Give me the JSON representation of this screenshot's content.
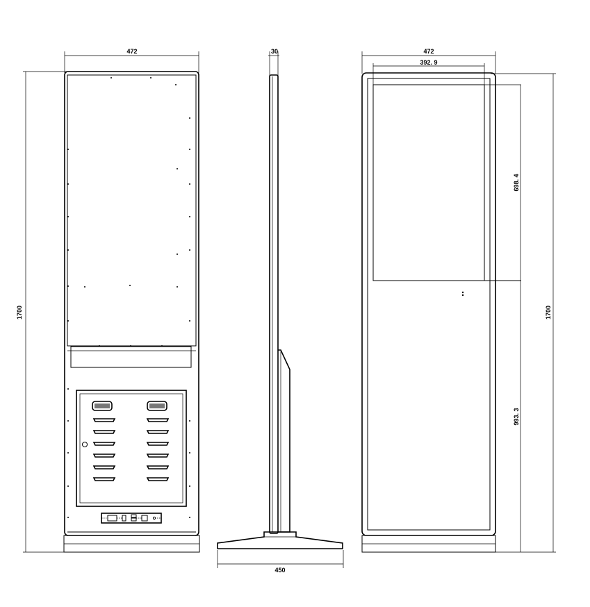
{
  "front_view": {
    "width_label": "472",
    "height_label": "1700"
  },
  "side_view": {
    "thickness_label": "30",
    "base_width_label": "450"
  },
  "back_view": {
    "width_label": "472",
    "inner_width_label": "392. 9",
    "upper_height_label": "698. 4",
    "lower_height_label": "993. 3",
    "height_label": "1700"
  }
}
